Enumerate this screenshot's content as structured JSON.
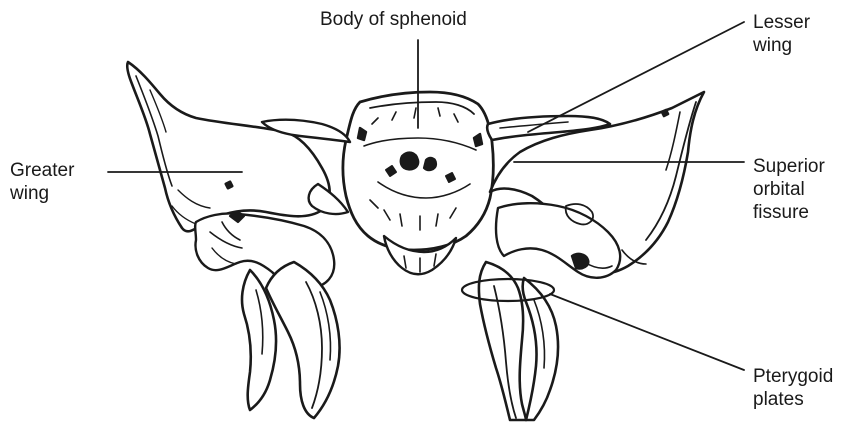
{
  "diagram": {
    "labels": {
      "body_of_sphenoid": [
        "Body of sphenoid"
      ],
      "lesser_wing": [
        "Lesser",
        "wing"
      ],
      "greater_wing": [
        "Greater",
        "wing"
      ],
      "superior_orbital_fissure": [
        "Superior",
        "orbital",
        "fissure"
      ],
      "pterygoid_plates": [
        "Pterygoid",
        "plates"
      ]
    },
    "colors": {
      "ink": "#1a1a1a",
      "background": "#ffffff"
    }
  }
}
